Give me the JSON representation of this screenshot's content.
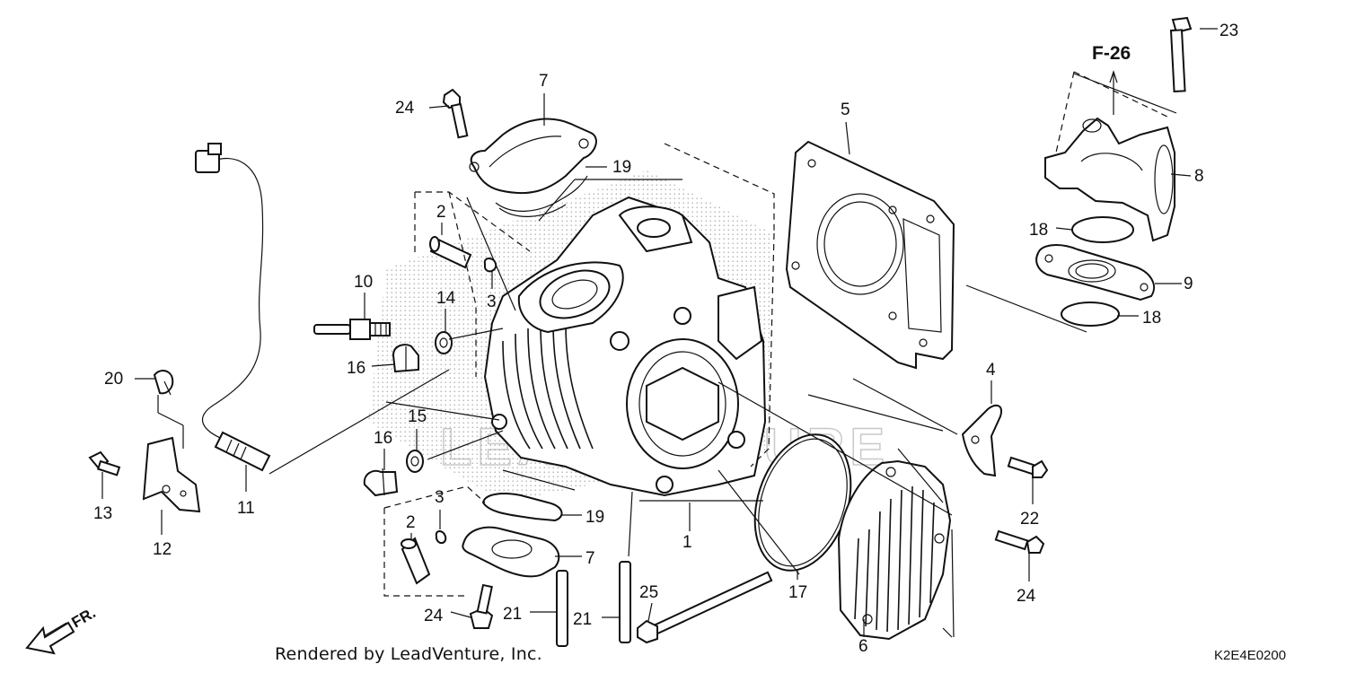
{
  "diagram": {
    "reference": "F-26",
    "front_label": "FR.",
    "watermark": "LEADVENTURE",
    "callouts": [
      {
        "key": "c1",
        "label": "1"
      },
      {
        "key": "c2a",
        "label": "2"
      },
      {
        "key": "c2b",
        "label": "2"
      },
      {
        "key": "c3a",
        "label": "3"
      },
      {
        "key": "c3b",
        "label": "3"
      },
      {
        "key": "c4",
        "label": "4"
      },
      {
        "key": "c5",
        "label": "5"
      },
      {
        "key": "c6",
        "label": "6"
      },
      {
        "key": "c7a",
        "label": "7"
      },
      {
        "key": "c7b",
        "label": "7"
      },
      {
        "key": "c8",
        "label": "8"
      },
      {
        "key": "c9",
        "label": "9"
      },
      {
        "key": "c10",
        "label": "10"
      },
      {
        "key": "c11",
        "label": "11"
      },
      {
        "key": "c12",
        "label": "12"
      },
      {
        "key": "c13",
        "label": "13"
      },
      {
        "key": "c14",
        "label": "14"
      },
      {
        "key": "c15",
        "label": "15"
      },
      {
        "key": "c16a",
        "label": "16"
      },
      {
        "key": "c16b",
        "label": "16"
      },
      {
        "key": "c17",
        "label": "17"
      },
      {
        "key": "c18a",
        "label": "18"
      },
      {
        "key": "c18b",
        "label": "18"
      },
      {
        "key": "c19a",
        "label": "19"
      },
      {
        "key": "c19b",
        "label": "19"
      },
      {
        "key": "c20",
        "label": "20"
      },
      {
        "key": "c21a",
        "label": "21"
      },
      {
        "key": "c21b",
        "label": "21"
      },
      {
        "key": "c22",
        "label": "22"
      },
      {
        "key": "c23",
        "label": "23"
      },
      {
        "key": "c24a",
        "label": "24"
      },
      {
        "key": "c24b",
        "label": "24"
      },
      {
        "key": "c24c",
        "label": "24"
      },
      {
        "key": "c25",
        "label": "25"
      }
    ]
  },
  "footer": {
    "credit": "Rendered by LeadVenture, Inc.",
    "diagram_code": "K2E4E0200"
  }
}
